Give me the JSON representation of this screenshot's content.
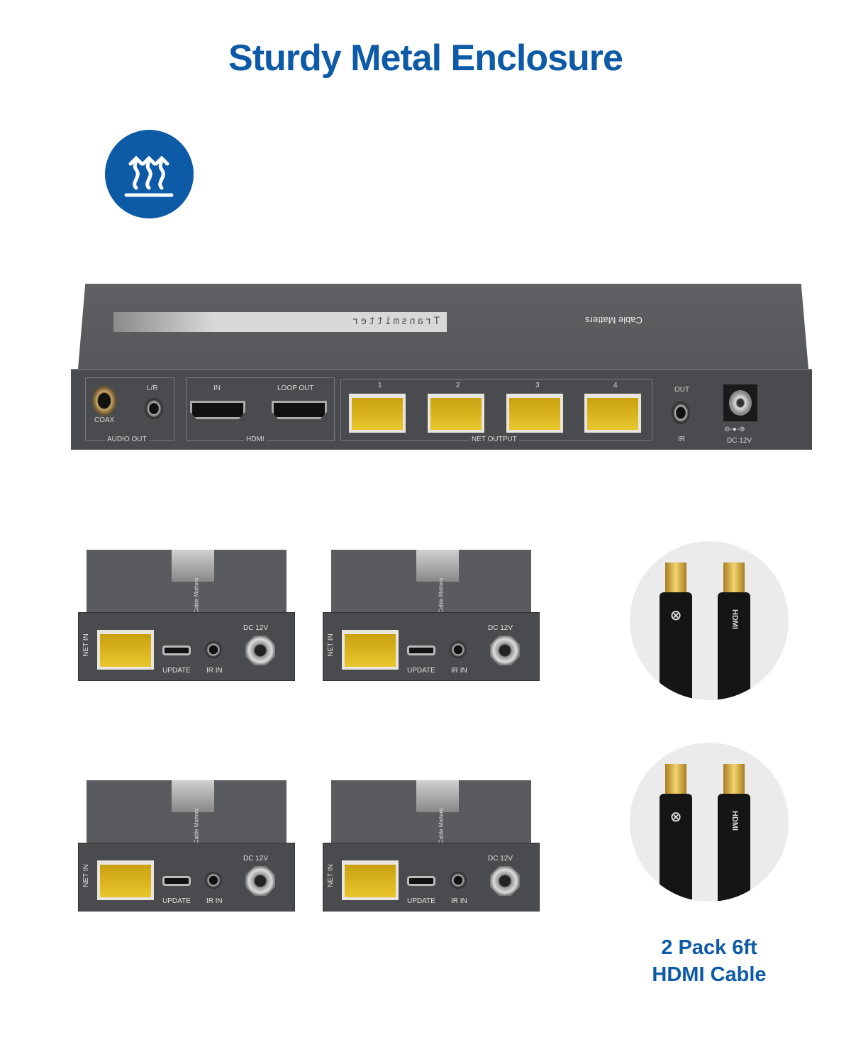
{
  "title": "Sturdy Metal Enclosure",
  "brand_color": "#0d5aa7",
  "heat_icon": "heat-dissipation-icon",
  "transmitter": {
    "label": "Transmitter",
    "brand": "Cable Matters",
    "audio_group": "AUDIO OUT",
    "coax": "COAX",
    "lr": "L/R",
    "hdmi_group": "HDMI",
    "hdmi_in": "IN",
    "hdmi_loop": "LOOP OUT",
    "net_group": "NET OUTPUT",
    "ports": [
      "1",
      "2",
      "3",
      "4"
    ],
    "ir_out": "OUT",
    "ir_group": "IR",
    "dc": "DC 12V",
    "polarity": "⊖-●-⊕"
  },
  "receiver": {
    "brand": "Cable Matters",
    "net_in": "NET IN",
    "update": "UPDATE",
    "ir_in": "IR IN",
    "dc": "DC 12V"
  },
  "cable": {
    "plug_brand": "HDMI",
    "caption_line1": "2 Pack 6ft",
    "caption_line2": "HDMI Cable"
  }
}
